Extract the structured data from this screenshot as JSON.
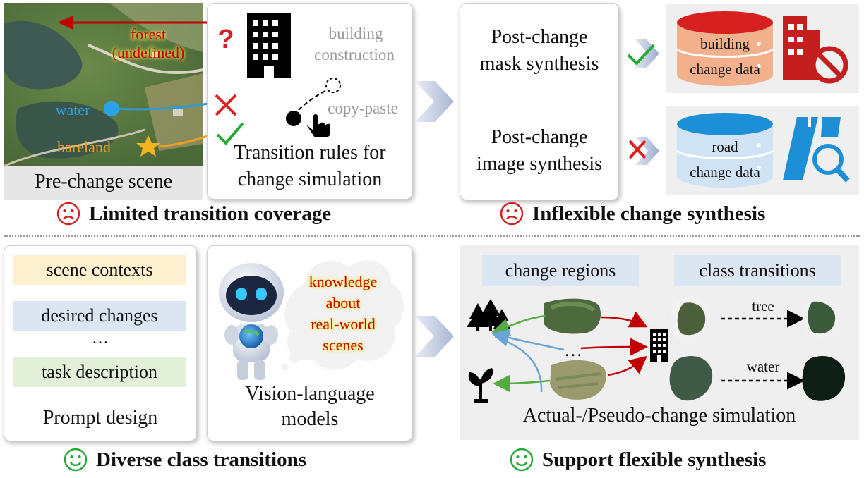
{
  "top_left": {
    "scene_labels": {
      "forest": "forest",
      "forest_sub": "(undefined)",
      "water": "water",
      "bareland": "bareland"
    },
    "scene_caption": "Pre-change scene",
    "rules_labels": {
      "building1": "building",
      "building2": "construction",
      "copy_paste": "copy-paste",
      "question": "?"
    },
    "rules_caption_1": "Transition rules for",
    "rules_caption_2": "change simulation",
    "title": "Limited transition coverage"
  },
  "top_right": {
    "mask_1": "Post-change",
    "mask_2": "mask synthesis",
    "image_1": "Post-change",
    "image_2": "image synthesis",
    "db_building_1": "building",
    "db_building_2": "change data",
    "db_road_1": "road",
    "db_road_2": "change data",
    "title": "Inflexible change synthesis"
  },
  "bottom_left": {
    "prompt_items": [
      "scene contexts",
      "desired changes",
      "task description"
    ],
    "ellipsis": "…",
    "prompt_caption": "Prompt design",
    "knowledge": [
      "knowledge",
      "about",
      "real-world",
      "scenes"
    ],
    "vlm_1": "Vision-language",
    "vlm_2": "models",
    "title": "Diverse class transitions"
  },
  "bottom_right": {
    "regions_label": "change regions",
    "transitions_label": "class transitions",
    "tree_label": "tree",
    "water_label": "water",
    "ellipsis": "…",
    "caption": "Actual-/Pseudo-change simulation",
    "title": "Support flexible synthesis"
  },
  "colors": {
    "sad": "#d62020",
    "happy": "#22aa33",
    "red": "#c00000",
    "blue": "#2a9bd8",
    "orange": "#f0a020",
    "green": "#33aa44"
  }
}
